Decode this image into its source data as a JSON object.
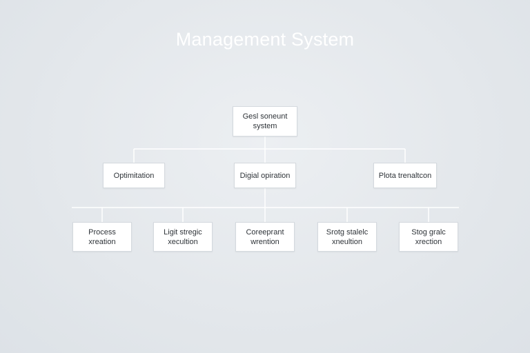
{
  "title": "Management System",
  "root": {
    "line1": "Gesl soneunt",
    "line2": "system"
  },
  "level2": [
    {
      "label": "Optimitation"
    },
    {
      "label": "Digial opiration"
    },
    {
      "label": "Plota trenaltcon"
    }
  ],
  "level3": [
    {
      "line1": "Process",
      "line2": "xreation"
    },
    {
      "line1": "Ligit stregic",
      "line2": "xecultion"
    },
    {
      "line1": "Coreeprant",
      "line2": "wrention"
    },
    {
      "line1": "Srotg stalelc",
      "line2": "xneultion"
    },
    {
      "line1": "Stog gralc",
      "line2": "xrection"
    }
  ],
  "colors": {
    "background": "#e4e8ec",
    "node_fill": "#ffffff",
    "node_border": "#d4d9de",
    "connector": "#ffffff",
    "text": "#2e3338",
    "title": "#ffffff"
  }
}
